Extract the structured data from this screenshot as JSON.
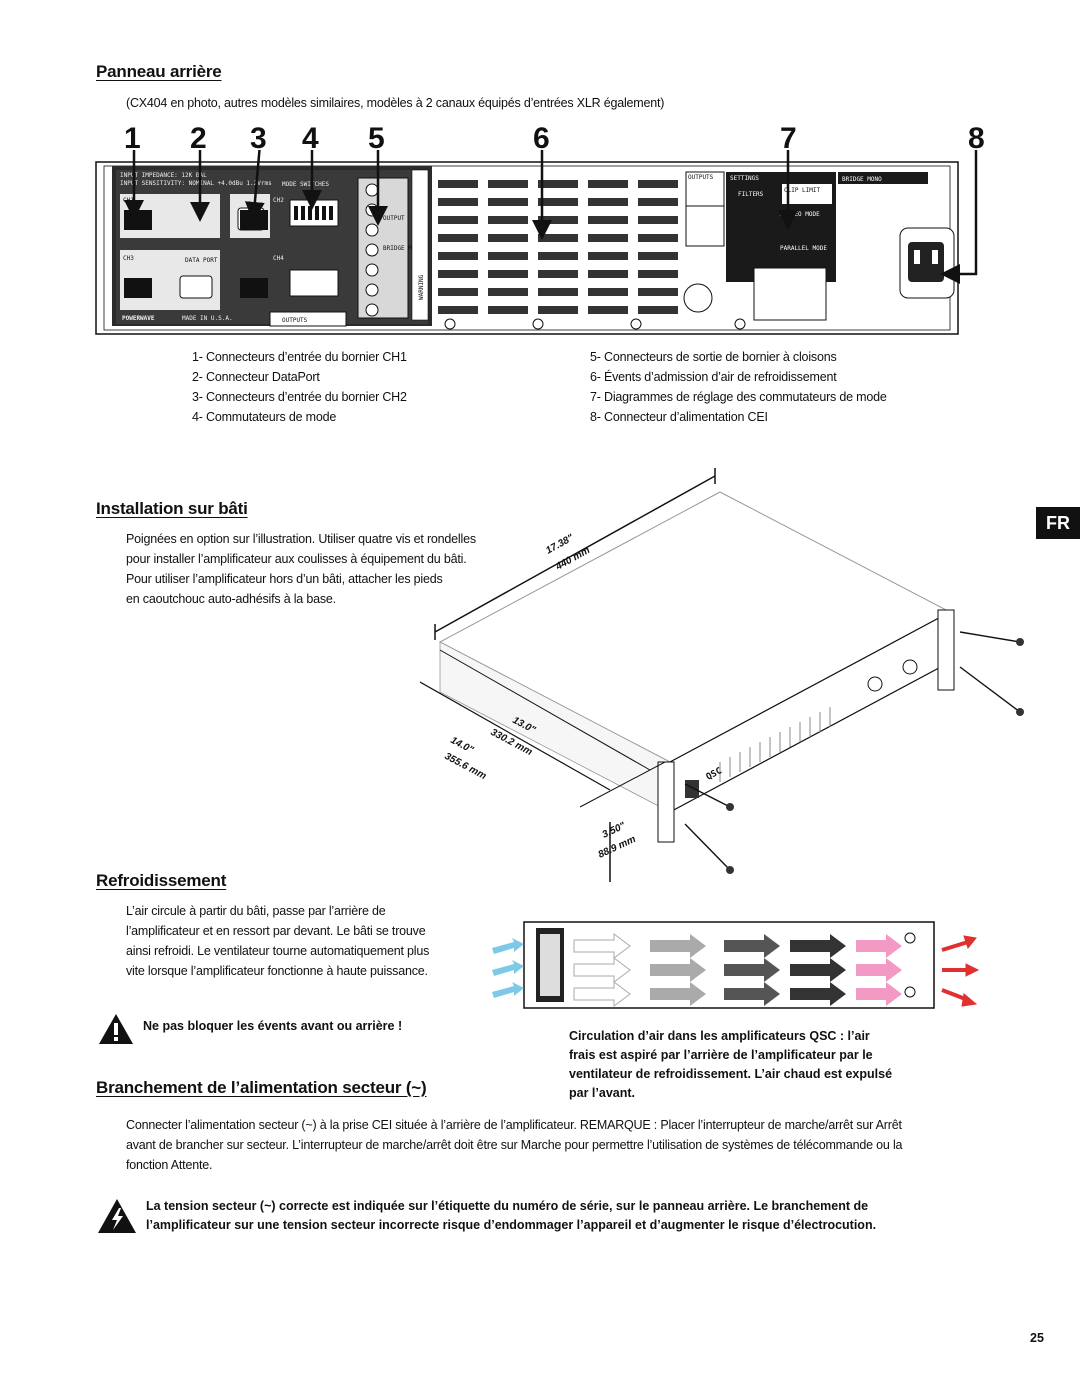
{
  "sections": {
    "rear_panel": {
      "title": "Panneau arrière",
      "caption": "(CX404 en photo, autres modèles similaires, modèles à 2 canaux équipés d’entrées XLR également)",
      "callout_numbers": [
        "1",
        "2",
        "3",
        "4",
        "5",
        "6",
        "7",
        "8"
      ],
      "legend_left": [
        "1- Connecteurs d’entrée du bornier CH1",
        "2- Connecteur DataPort",
        "3- Connecteurs d’entrée du bornier CH2",
        "4- Commutateurs de mode"
      ],
      "legend_right": [
        "5- Connecteurs de sortie de bornier à cloisons",
        "6- Évents d’admission d’air de refroidissement",
        "7- Diagrammes de réglage des commutateurs de mode",
        "8- Connecteur d’alimentation CEI"
      ],
      "panel_labels": {
        "outputs": "OUTPUTS",
        "ch1": "CH1",
        "ch2": "CH2",
        "ch3": "CH3",
        "ch4": "CH4",
        "data_port": "DATA PORT",
        "made_in": "MADE IN U.S.A.",
        "brand": "POWERWAVE",
        "mode_switches": "MODE SWITCHES",
        "bridge_mono": "BRIDGE MONO",
        "filters": "FILTERS",
        "clip_limit": "CLIP LIMIT",
        "parallel_mode": "PARALLEL MODE",
        "settings": "SETTINGS",
        "stereo_mode": "STEREO MODE",
        "impedance": "INPUT IMPEDANCE: 12K BAL",
        "sensitivity": "INPUT SENSITIVITY: NOMINAL +4.0dBu 1.2Vrms",
        "output": "OUTPUT",
        "warning": "WARNING"
      }
    },
    "rack": {
      "title": "Installation sur bâti",
      "text": [
        "Poignées en option sur l’illustration. Utiliser quatre vis et rondelles",
        "pour installer l’amplificateur aux coulisses à équipement du bâti.",
        "Pour utiliser l’amplificateur hors d’un bâti, attacher les pieds",
        "en caoutchouc auto-adhésifs à la base."
      ],
      "dimensions": {
        "width_in": "17.38\"",
        "width_mm": "440 mm",
        "depth1_in": "13.0\"",
        "depth1_mm": "330.2 mm",
        "depth2_in": "14.0\"",
        "depth2_mm": "355.6 mm",
        "height_in": "3.50\"",
        "height_mm": "88.9 mm"
      },
      "front_brand": "QSC"
    },
    "cooling": {
      "title": "Refroidissement",
      "text": [
        "L’air circule à partir du bâti, passe par l’arrière de",
        "l’amplificateur et en ressort par devant. Le bâti se trouve",
        "ainsi refroidi. Le ventilateur tourne automatiquement plus",
        "vite lorsque l’amplificateur fonctionne à haute puissance."
      ],
      "warning": "Ne pas bloquer les évents avant ou arrière !",
      "figure_caption": [
        "Circulation d’air dans les amplificateurs QSC : l’air",
        "frais est aspiré par l’arrière de l’amplificateur par le",
        "ventilateur de refroidissement. L’air chaud est expulsé",
        "par l’avant."
      ]
    },
    "power": {
      "title": "Branchement de l’alimentation secteur (~)",
      "text": [
        "Connecter l’alimentation secteur (~) à la prise CEI située à l’arrière de l’amplificateur. REMARQUE : Placer l’interrupteur de marche/arrêt sur Arrêt",
        "avant de brancher sur secteur. L’interrupteur de marche/arrêt doit être sur Marche pour permettre l’utilisation de systèmes de télécommande ou la",
        "fonction Attente."
      ],
      "warning": [
        "La tension secteur (~) correcte est indiquée sur l’étiquette du numéro de série, sur le panneau arrière. Le branchement de",
        "l’amplificateur sur une tension secteur incorrecte risque d’endommager l’appareil et d’augmenter le risque d’électrocution."
      ]
    }
  },
  "language_tab": "FR",
  "page_number": "25",
  "colors": {
    "text": "#111111",
    "cool_air": "#7ec8e8",
    "hot_air": "#e03030",
    "warm_arrow": "#f29ac3",
    "gray_arrow": "#888888"
  }
}
